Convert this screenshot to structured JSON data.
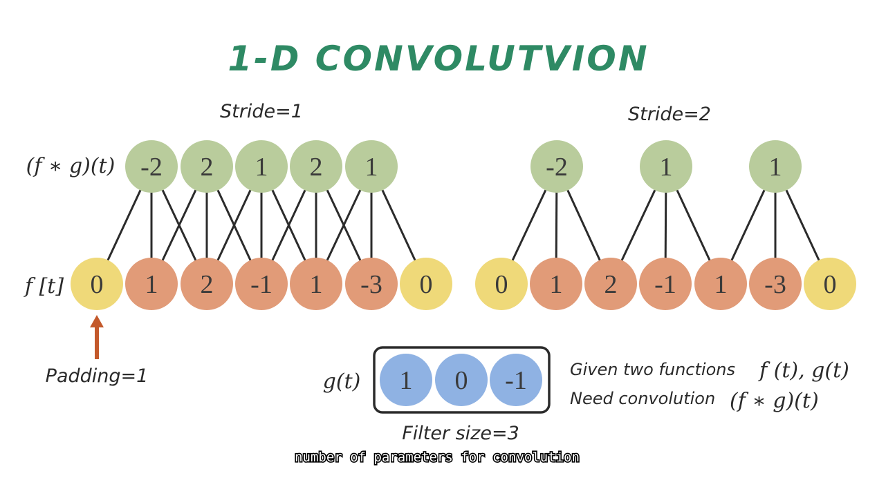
{
  "title": "1-D CONVOLUTVION",
  "left_panel": {
    "stride_label": "Stride=1",
    "output_label": "(f ∗ g)(t)",
    "input_label": "f [t]",
    "padding_label": "Padding=1",
    "outputs": [
      "-2",
      "2",
      "1",
      "2",
      "1"
    ],
    "inputs": [
      {
        "v": "0",
        "pad": true
      },
      {
        "v": "1",
        "pad": false
      },
      {
        "v": "2",
        "pad": false
      },
      {
        "v": "-1",
        "pad": false
      },
      {
        "v": "1",
        "pad": false
      },
      {
        "v": "-3",
        "pad": false
      },
      {
        "v": "0",
        "pad": true
      }
    ]
  },
  "right_panel": {
    "stride_label": "Stride=2",
    "outputs": [
      "-2",
      "1",
      "1"
    ],
    "inputs": [
      {
        "v": "0",
        "pad": true
      },
      {
        "v": "1",
        "pad": false
      },
      {
        "v": "2",
        "pad": false
      },
      {
        "v": "-1",
        "pad": false
      },
      {
        "v": "1",
        "pad": false
      },
      {
        "v": "-3",
        "pad": false
      },
      {
        "v": "0",
        "pad": true
      }
    ]
  },
  "filter": {
    "label": "g(t)",
    "values": [
      "1",
      "0",
      "-1"
    ],
    "size_label": "Filter size=3"
  },
  "notes": {
    "line1_text": "Given two functions",
    "line1_math": "f (t), g(t)",
    "line2_text": "Need convolution",
    "line2_math": "(f ∗ g)(t)"
  },
  "caption": "number of parameters for convolution",
  "colors": {
    "title": "#2e8a64",
    "output_node": "#b9cc9c",
    "input_node": "#e19b78",
    "padding_node": "#efd979",
    "filter_node": "#8fb2e3",
    "edge": "#2b2b2b",
    "arrow": "#c3592b"
  }
}
